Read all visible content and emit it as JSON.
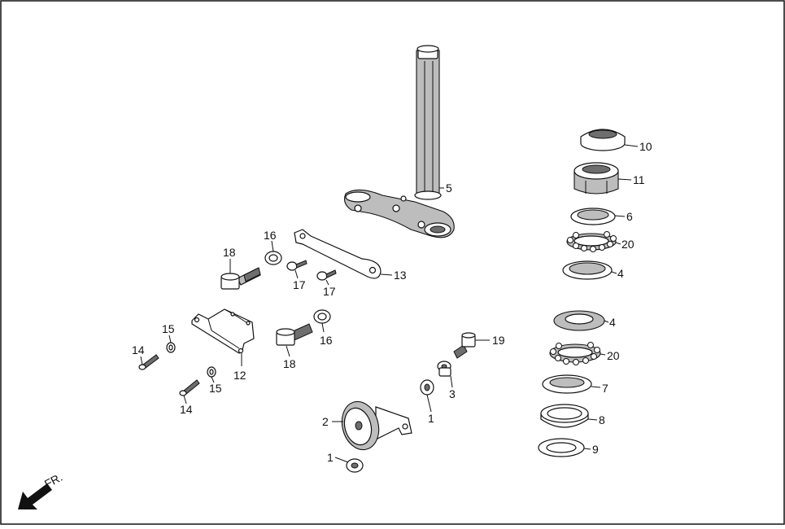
{
  "callouts": {
    "c1a": "1",
    "c1b": "1",
    "c2": "2",
    "c3": "3",
    "c4a": "4",
    "c4b": "4",
    "c5": "5",
    "c6": "6",
    "c7": "7",
    "c8": "8",
    "c9": "9",
    "c10": "10",
    "c11": "11",
    "c12": "12",
    "c13": "13",
    "c14a": "14",
    "c14b": "14",
    "c15a": "15",
    "c15b": "15",
    "c16a": "16",
    "c16b": "16",
    "c17a": "17",
    "c17b": "17",
    "c18a": "18",
    "c18b": "18",
    "c19": "19",
    "c20a": "20",
    "c20b": "20"
  },
  "front_label": "FR.",
  "icons": {
    "front_arrow": "arrow-down-left-icon"
  }
}
